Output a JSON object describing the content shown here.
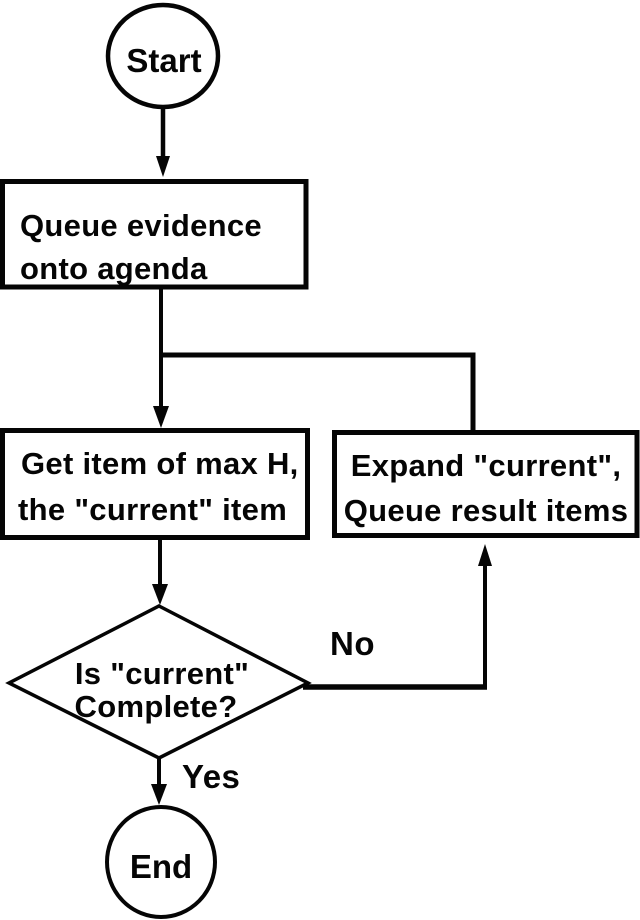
{
  "diagram": {
    "kind": "flowchart",
    "background_color": "#ffffff",
    "line_color": "#050505",
    "text_color": "#050505",
    "nodes": {
      "start": {
        "type": "terminal",
        "shape": "circle",
        "label": "Start"
      },
      "queue_evidence": {
        "type": "process",
        "shape": "rectangle",
        "line1": "Queue evidence",
        "line2": "onto agenda"
      },
      "get_item": {
        "type": "process",
        "shape": "rectangle",
        "line1": "Get item of max H,",
        "line2": "the \"current\" item"
      },
      "expand_current": {
        "type": "process",
        "shape": "rectangle",
        "line1": "Expand \"current\",",
        "line2": "Queue result items"
      },
      "is_complete": {
        "type": "decision",
        "shape": "diamond",
        "line1": "Is \"current\"",
        "line2": "Complete?"
      },
      "end": {
        "type": "terminal",
        "shape": "circle",
        "label": "End"
      }
    },
    "edges": [
      {
        "from": "start",
        "to": "queue_evidence",
        "label": ""
      },
      {
        "from": "queue_evidence",
        "to": "get_item",
        "label": ""
      },
      {
        "from": "get_item",
        "to": "is_complete",
        "label": ""
      },
      {
        "from": "is_complete",
        "to": "expand_current",
        "label": "No"
      },
      {
        "from": "expand_current",
        "to": "get_item",
        "label": ""
      },
      {
        "from": "is_complete",
        "to": "end",
        "label": "Yes"
      }
    ]
  }
}
